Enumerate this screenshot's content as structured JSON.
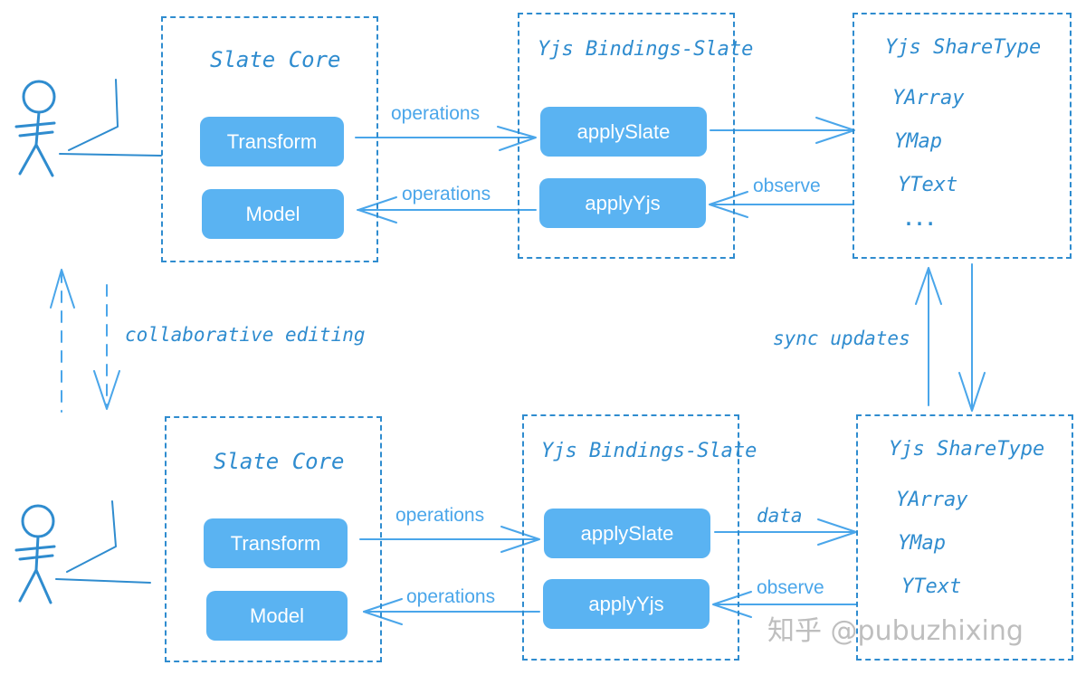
{
  "top": {
    "slate_core": {
      "title": "Slate Core",
      "transform": "Transform",
      "model": "Model"
    },
    "bindings": {
      "title": "Yjs Bindings-Slate",
      "apply_slate": "applySlate",
      "apply_yjs": "applyYjs"
    },
    "sharetype": {
      "title": "Yjs ShareType",
      "items": [
        "YArray",
        "YMap",
        "YText",
        "..."
      ]
    },
    "arrow_ops_forward": "operations",
    "arrow_ops_back": "operations",
    "arrow_observe": "observe"
  },
  "bottom": {
    "slate_core": {
      "title": "Slate Core",
      "transform": "Transform",
      "model": "Model"
    },
    "bindings": {
      "title": "Yjs Bindings-Slate",
      "apply_slate": "applySlate",
      "apply_yjs": "applyYjs"
    },
    "sharetype": {
      "title": "Yjs ShareType",
      "items": [
        "YArray",
        "YMap",
        "YText"
      ]
    },
    "arrow_ops_forward": "operations",
    "arrow_ops_back": "operations",
    "arrow_data": "data",
    "arrow_observe": "observe"
  },
  "collab_label": "collaborative editing",
  "sync_label": "sync updates",
  "watermark": "知乎 @pubuzhixing",
  "colors": {
    "line": "#2f8ccf",
    "button": "#5ab3f2",
    "label": "#4aa6ea"
  }
}
